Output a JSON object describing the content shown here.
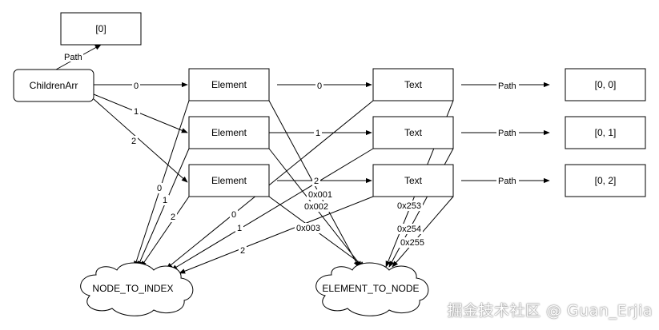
{
  "diagram": {
    "nodes": {
      "root_path": "[0]",
      "children_arr": "ChildrenArr",
      "element_0": "Element",
      "element_1": "Element",
      "element_2": "Element",
      "text_0": "Text",
      "text_1": "Text",
      "text_2": "Text",
      "path_0_0": "[0, 0]",
      "path_0_1": "[0, 1]",
      "path_0_2": "[0, 2]",
      "node_to_index": "NODE_TO_INDEX",
      "element_to_node": "ELEMENT_TO_NODE"
    },
    "edge_labels": {
      "children_to_root": "Path",
      "children_to_element_0": "0",
      "children_to_element_1": "1",
      "children_to_element_2": "2",
      "element_0_to_text_0": "0",
      "element_1_to_text_1": "1",
      "element_2_to_text_2": "2",
      "text_0_to_path": "Path",
      "text_1_to_path": "Path",
      "text_2_to_path": "Path",
      "element_0_to_index": "0",
      "element_1_to_index": "1",
      "element_2_to_index": "2",
      "text_0_to_index": "0",
      "text_1_to_index": "1",
      "text_2_to_index": "2",
      "element_0_to_node": "0x001",
      "element_1_to_node": "0x002",
      "element_2_to_node": "0x003",
      "text_0_to_node": "0x253",
      "text_1_to_node": "0x254",
      "text_2_to_node": "0x255"
    }
  },
  "watermark": "掘金技术社区 @ Guan_Erjia"
}
